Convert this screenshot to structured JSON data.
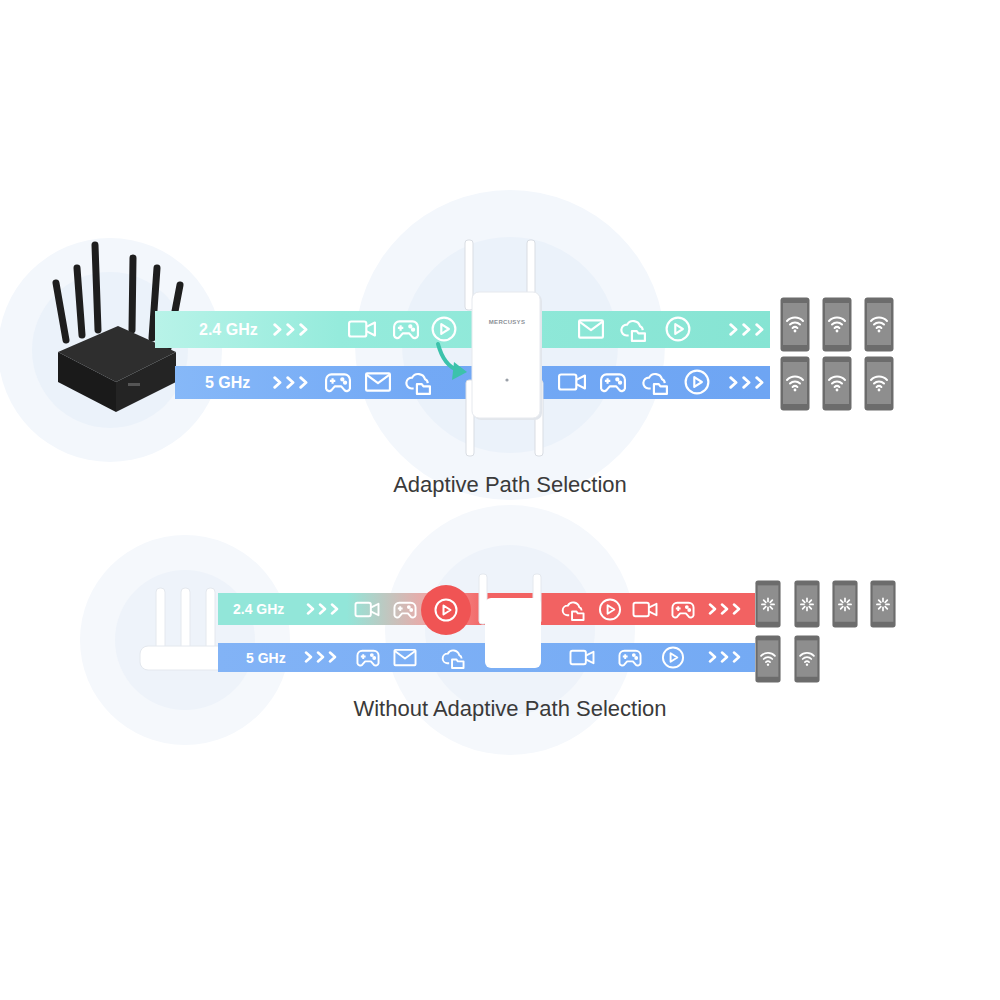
{
  "diagram": {
    "nodes": [
      {
        "text": [
          "2.4 GHz"
        ]
      },
      {
        "text": [
          "5 GHz"
        ]
      },
      {
        "text": [
          "2.4 GHz"
        ]
      },
      {
        "text": [
          "5 GHz"
        ]
      }
    ],
    "labels": [
      "MERCUSYS",
      "Adaptive Path Selection",
      "Without Adaptive Path Selection"
    ]
  }
}
